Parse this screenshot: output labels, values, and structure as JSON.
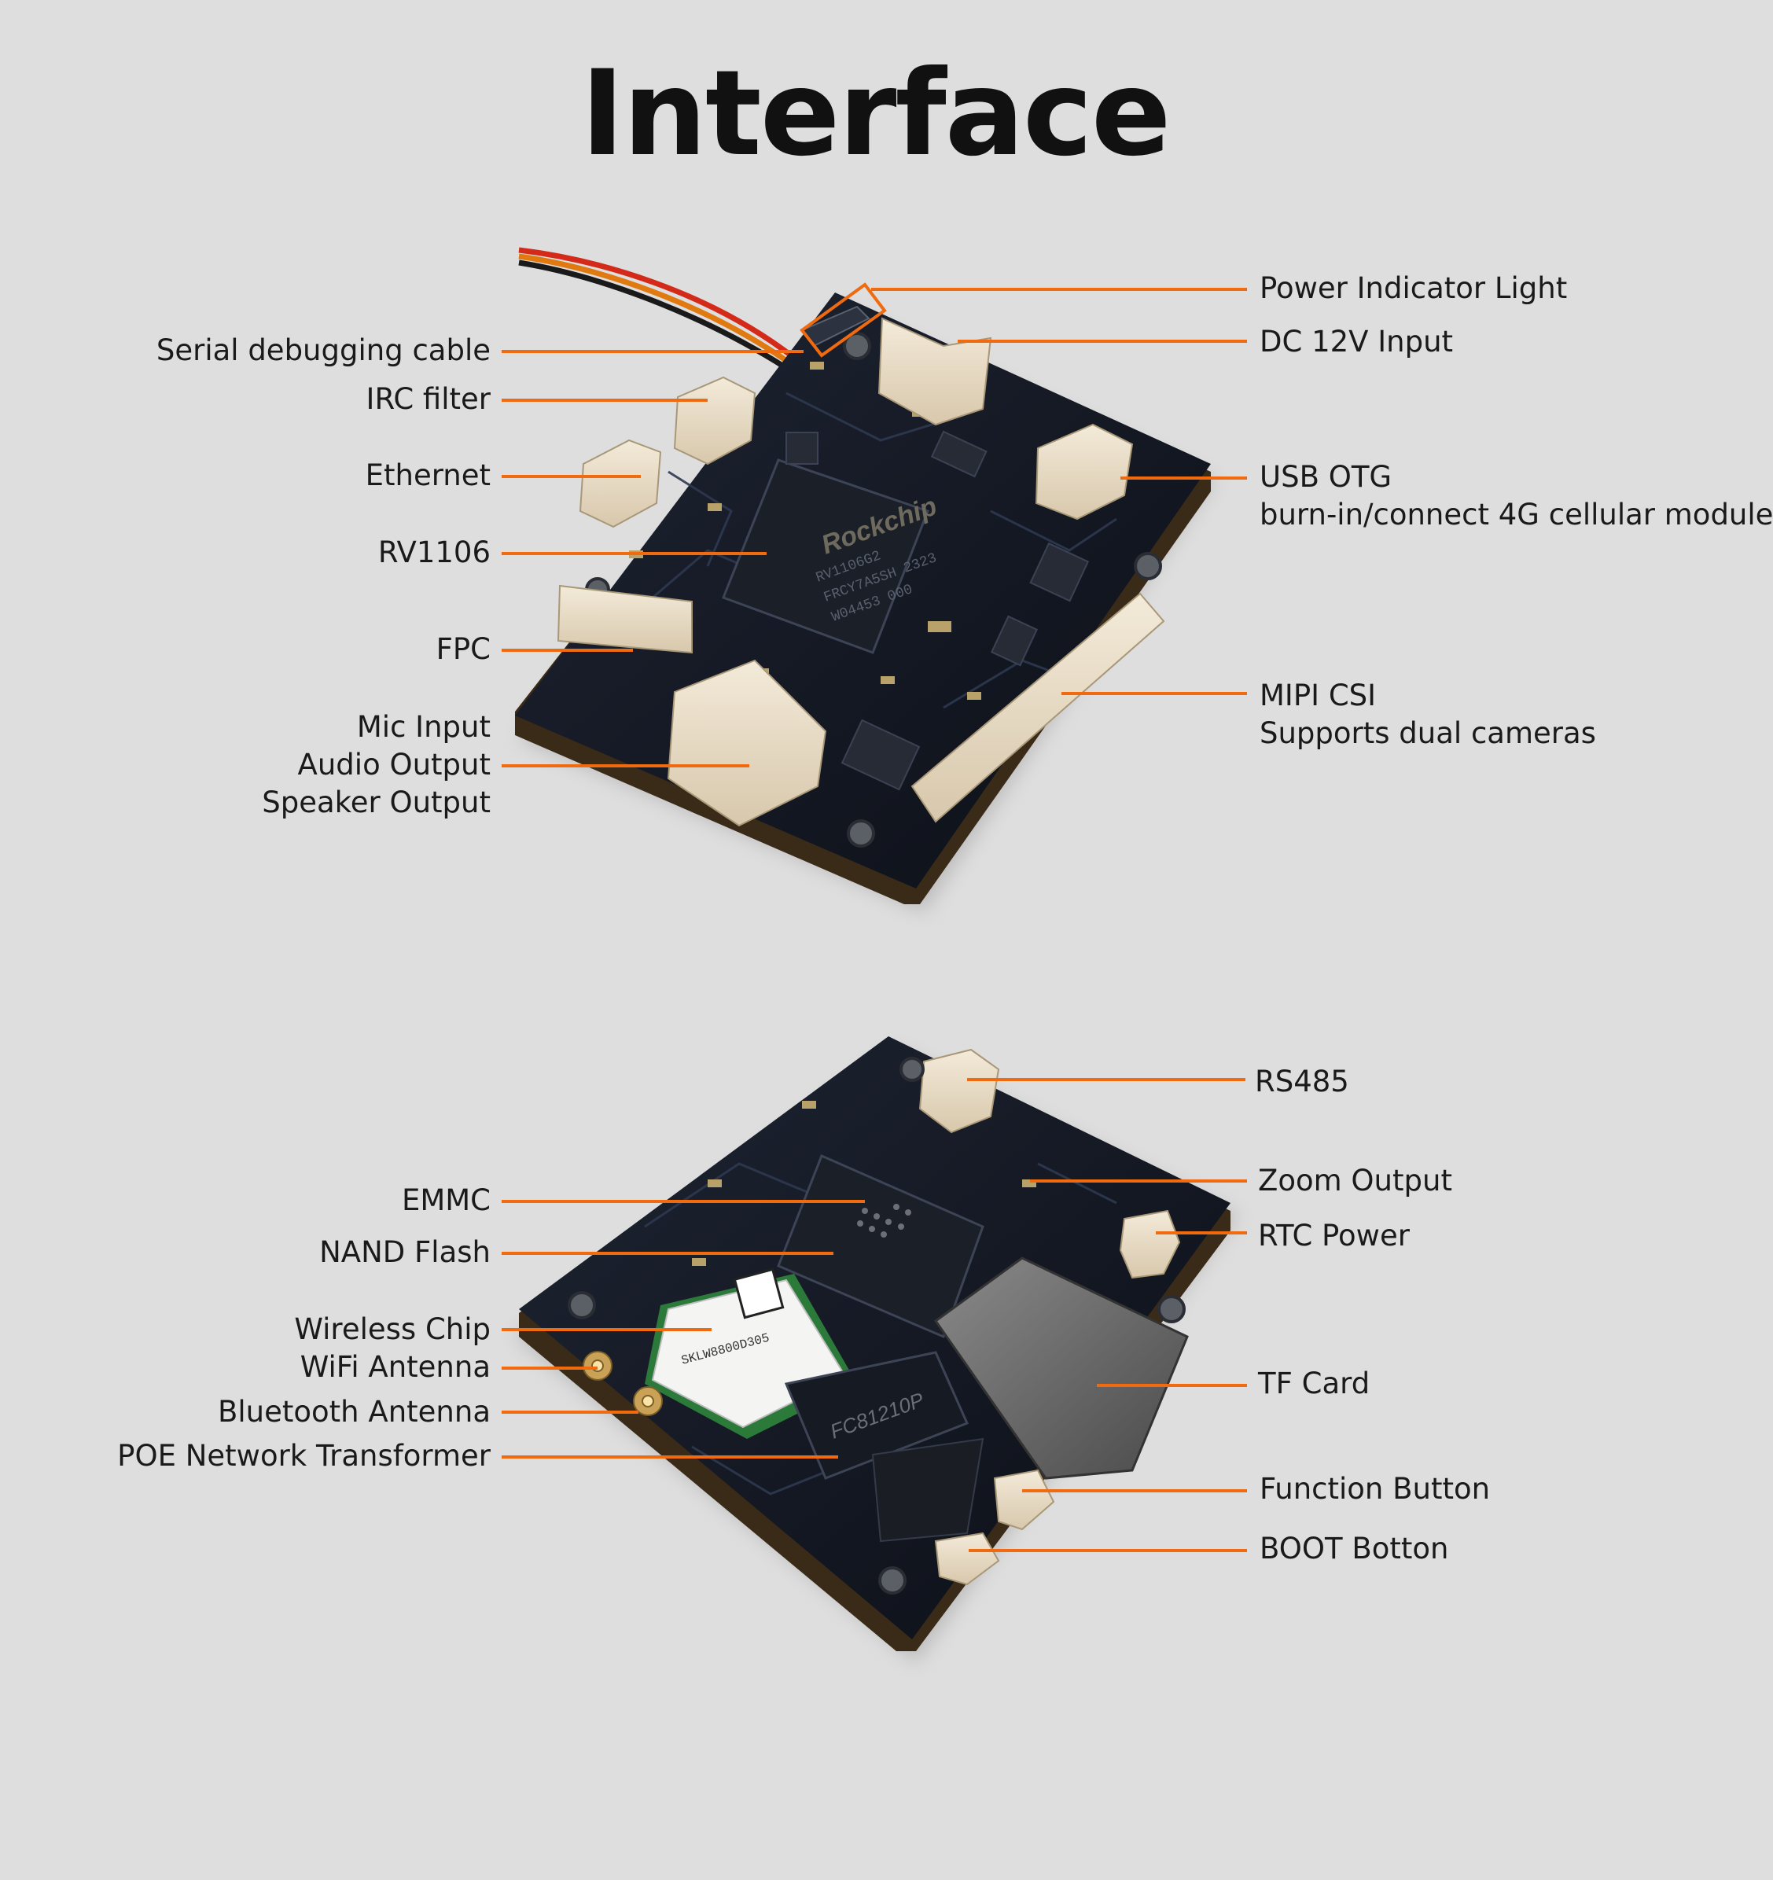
{
  "title": "Interface",
  "colors": {
    "background": "#dedede",
    "leader_line": "#f06a0f",
    "board": "#12161f"
  },
  "top_board": {
    "left_labels": [
      {
        "id": "serial",
        "lines": [
          "Serial debugging cable"
        ]
      },
      {
        "id": "irc",
        "lines": [
          "IRC filter"
        ]
      },
      {
        "id": "ethernet",
        "lines": [
          "Ethernet"
        ]
      },
      {
        "id": "rv1106",
        "lines": [
          "RV1106"
        ]
      },
      {
        "id": "fpc",
        "lines": [
          "FPC"
        ]
      },
      {
        "id": "audio",
        "lines": [
          "Mic Input",
          "Audio Output",
          "Speaker Output"
        ]
      }
    ],
    "right_labels": [
      {
        "id": "power-led",
        "lines": [
          "Power Indicator Light"
        ]
      },
      {
        "id": "dc12v",
        "lines": [
          "DC 12V Input"
        ]
      },
      {
        "id": "usb-otg",
        "lines": [
          "USB OTG",
          "burn-in/connect 4G cellular module"
        ]
      },
      {
        "id": "mipi",
        "lines": [
          "MIPI CSI",
          "Supports dual cameras"
        ]
      }
    ],
    "chip_text": "Rockchip",
    "chip_sub": [
      "RV1106G2",
      "FRCY7A5SH 2323",
      "W04453 000"
    ]
  },
  "bottom_board": {
    "left_labels": [
      {
        "id": "emmc",
        "lines": [
          "EMMC"
        ]
      },
      {
        "id": "nand",
        "lines": [
          "NAND Flash"
        ]
      },
      {
        "id": "wireless",
        "lines": [
          "Wireless Chip"
        ]
      },
      {
        "id": "wifi-ant",
        "lines": [
          "WiFi Antenna"
        ]
      },
      {
        "id": "bt-ant",
        "lines": [
          "Bluetooth Antenna"
        ]
      },
      {
        "id": "poe",
        "lines": [
          "POE Network Transformer"
        ]
      }
    ],
    "right_labels": [
      {
        "id": "rs485",
        "lines": [
          "RS485"
        ]
      },
      {
        "id": "zoom",
        "lines": [
          "Zoom Output"
        ]
      },
      {
        "id": "rtc",
        "lines": [
          "RTC Power"
        ]
      },
      {
        "id": "tf",
        "lines": [
          "TF Card"
        ]
      },
      {
        "id": "func",
        "lines": [
          "Function Button"
        ]
      },
      {
        "id": "boot",
        "lines": [
          "BOOT Botton"
        ]
      }
    ],
    "module_text": "SKLW8800D305",
    "transformer_text": "FC81210P"
  }
}
